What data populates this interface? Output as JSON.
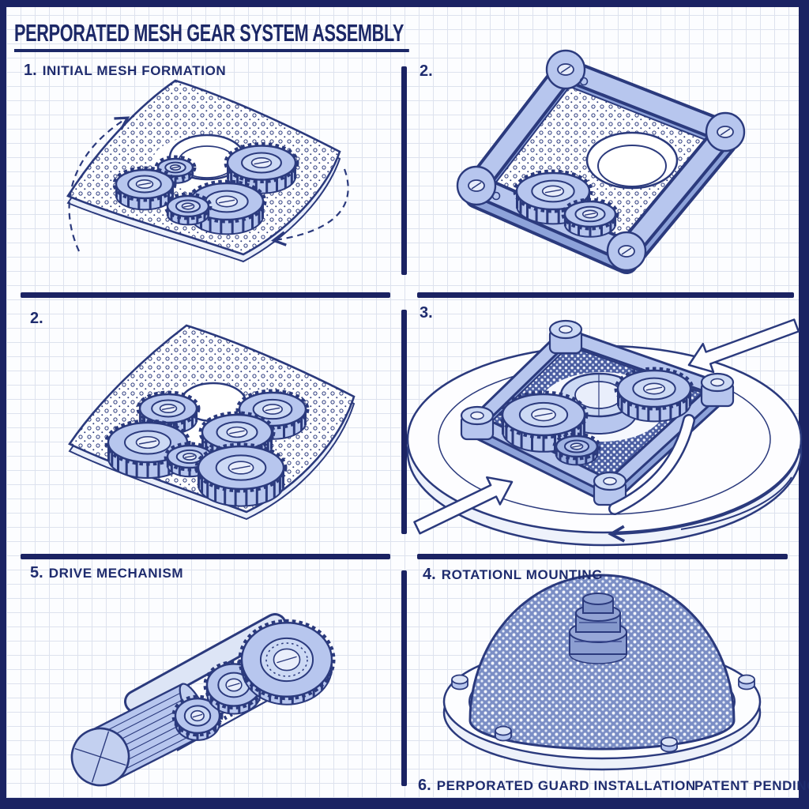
{
  "title": "PERPORATED MESH GEAR SYSTEM ASSEMBLY",
  "panels": {
    "step1": {
      "number": "1.",
      "label": "INITIAL MESH FORMATION"
    },
    "step2a": {
      "number": "2.",
      "label": ""
    },
    "step2b": {
      "number": "2.",
      "label": ""
    },
    "step3": {
      "number": "3.",
      "label": ""
    },
    "step5": {
      "number": "5.",
      "label": "DRIVE MECHANISM"
    },
    "step4": {
      "number": "4.",
      "label": "ROTATIONL MOUNTING"
    },
    "step6": {
      "number": "6.",
      "label": "PERPORATED GUARD INSTALLATION"
    }
  },
  "notes": {
    "patent": "PATENT PENDING"
  },
  "colors": {
    "border": "#1b2363",
    "text": "#1f2c6e",
    "ink": "#2b3a7d",
    "part_fill": "#b7c6ee",
    "part_fill_light": "#ccd9f4",
    "part_fill_dark": "#8ea3da",
    "mesh_dense_bg": "#4a5da1",
    "dome_bg": "#7b8ec5",
    "paper": "#fcfdff",
    "grid_line": "#dde2ee"
  }
}
